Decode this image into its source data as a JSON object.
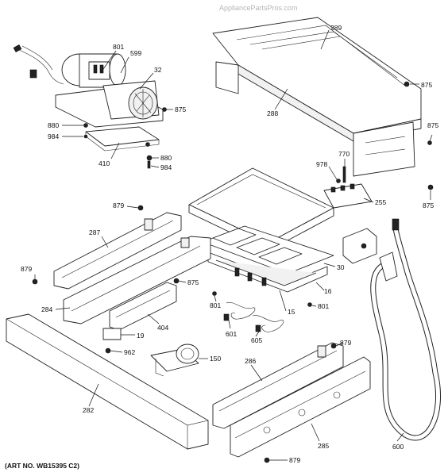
{
  "watermark": "AppliancePartsPros.com",
  "art_number": "(ART NO. WB15395 C2)",
  "callouts": [
    {
      "id": "801",
      "label": "801"
    },
    {
      "id": "599",
      "label": "599"
    },
    {
      "id": "32",
      "label": "32"
    },
    {
      "id": "875",
      "label": "875"
    },
    {
      "id": "880",
      "label": "880"
    },
    {
      "id": "984",
      "label": "984"
    },
    {
      "id": "410",
      "label": "410"
    },
    {
      "id": "289",
      "label": "289"
    },
    {
      "id": "288",
      "label": "288"
    },
    {
      "id": "770",
      "label": "770"
    },
    {
      "id": "978",
      "label": "978"
    },
    {
      "id": "255",
      "label": "255"
    },
    {
      "id": "879",
      "label": "879"
    },
    {
      "id": "287",
      "label": "287"
    },
    {
      "id": "30",
      "label": "30"
    },
    {
      "id": "16",
      "label": "16"
    },
    {
      "id": "15",
      "label": "15"
    },
    {
      "id": "284",
      "label": "284"
    },
    {
      "id": "404",
      "label": "404"
    },
    {
      "id": "19",
      "label": "19"
    },
    {
      "id": "962",
      "label": "962"
    },
    {
      "id": "150",
      "label": "150"
    },
    {
      "id": "601",
      "label": "601"
    },
    {
      "id": "605",
      "label": "605"
    },
    {
      "id": "286",
      "label": "286"
    },
    {
      "id": "282",
      "label": "282"
    },
    {
      "id": "285",
      "label": "285"
    },
    {
      "id": "600",
      "label": "600"
    }
  ]
}
